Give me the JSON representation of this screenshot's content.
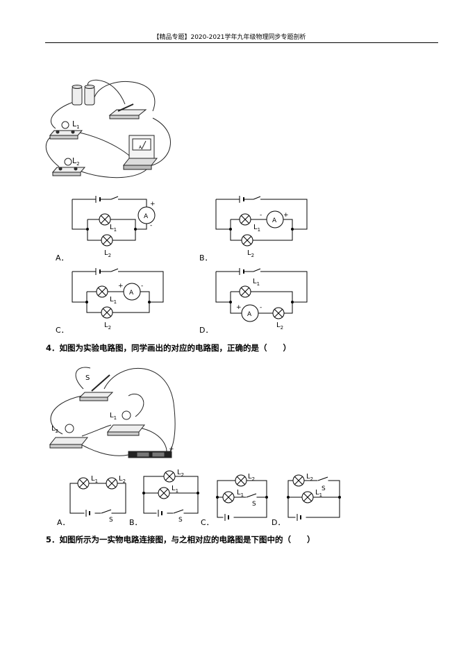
{
  "header": {
    "title": "【精品专题】2020-2021学年九年级物理同步专题剖析"
  },
  "q3": {
    "options": [
      {
        "letter": "A．"
      },
      {
        "letter": "B．"
      },
      {
        "letter": "C．"
      },
      {
        "letter": "D．"
      }
    ],
    "labels": {
      "L1": "L",
      "L2": "L",
      "sub1": "1",
      "sub2": "2",
      "ammeter": "A",
      "plus": "+",
      "minus": "-"
    }
  },
  "q4": {
    "number": "4．",
    "text": "如图为实验电路图，同学画出的对应的电路图，正确的是",
    "bracket": "（　　）",
    "options": [
      {
        "letter": "A．"
      },
      {
        "letter": "B．"
      },
      {
        "letter": "C．"
      },
      {
        "letter": "D．"
      }
    ],
    "labels": {
      "S": "S"
    }
  },
  "q5": {
    "number": "5．",
    "text": "如图所示为一实物电路连接图，与之相对应的电路图是下图中的",
    "bracket": "（　　）"
  }
}
